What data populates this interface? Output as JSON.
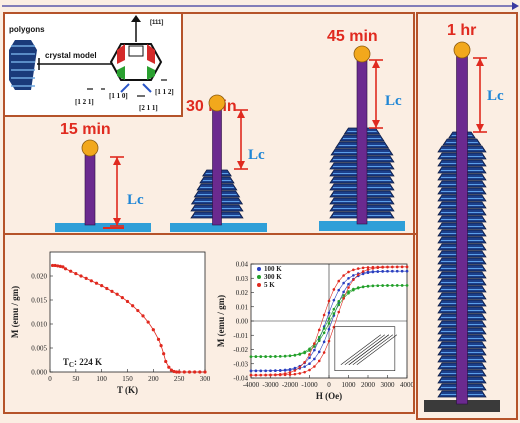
{
  "stages": [
    {
      "time": "15 min",
      "lc": "Lc"
    },
    {
      "time": "30 min",
      "lc": "Lc"
    },
    {
      "time": "45 min",
      "lc": "Lc"
    },
    {
      "time": "1 hr",
      "lc": "Lc"
    }
  ],
  "inset": {
    "polygons_label": "polygons",
    "crystal_model_label": "crystal model",
    "hkl_top": "[111]",
    "hkl_left": "[1 2 1]",
    "hkl_middle": "[1 1 0]",
    "hkl_right": "[1 1 2]",
    "hkl_bottom": "[2 1 1]"
  },
  "chart_data": [
    {
      "type": "line",
      "xlabel": "T (K)",
      "ylabel": "M (emu / gm)",
      "annotation": "T",
      "annotation_sub": "C",
      "annotation_value": ": 224 K",
      "xlim": [
        0,
        300
      ],
      "ylim": [
        0,
        0.025
      ],
      "x_ticks": [
        "0",
        "50",
        "100",
        "150",
        "200",
        "250",
        "300"
      ],
      "y_ticks": [
        "0.000",
        "0.005",
        "0.010",
        "0.015",
        "0.020"
      ],
      "color": "#e0281e",
      "x": [
        5,
        10,
        15,
        20,
        25,
        30,
        40,
        50,
        60,
        70,
        80,
        90,
        100,
        110,
        120,
        130,
        140,
        150,
        160,
        170,
        180,
        190,
        200,
        210,
        215,
        220,
        224,
        230,
        235,
        240,
        245,
        250,
        260,
        270,
        280,
        290,
        300
      ],
      "y": [
        0.0222,
        0.0222,
        0.0221,
        0.022,
        0.0219,
        0.0215,
        0.021,
        0.0205,
        0.02,
        0.0195,
        0.019,
        0.0185,
        0.018,
        0.0174,
        0.0168,
        0.0162,
        0.0155,
        0.0147,
        0.0138,
        0.0128,
        0.0117,
        0.0104,
        0.0088,
        0.0068,
        0.0055,
        0.0038,
        0.0022,
        0.001,
        0.0004,
        0.0001,
        0.0,
        0.0,
        0.0,
        0.0,
        0.0,
        0.0,
        0.0
      ]
    },
    {
      "type": "line",
      "xlabel": "H (Oe)",
      "ylabel": "M (emu / gm)",
      "xlim": [
        -4000,
        4000
      ],
      "ylim": [
        -0.04,
        0.04
      ],
      "x_ticks": [
        "-4000",
        "-3000",
        "-2000",
        "-1000",
        "0",
        "1000",
        "2000",
        "3000",
        "4000"
      ],
      "y_ticks": [
        "0.04",
        "0.03",
        "0.02",
        "0.01",
        "0.00",
        "-0.01",
        "-0.02",
        "-0.03",
        "-0.04"
      ],
      "series": [
        {
          "name": "100 K",
          "color": "#2a3fbf",
          "Ms": 0.035,
          "Hc": 150
        },
        {
          "name": "300 K",
          "color": "#22a02a",
          "Ms": 0.025,
          "Hc": 60
        },
        {
          "name": "5 K",
          "color": "#e0281e",
          "Ms": 0.038,
          "Hc": 350
        }
      ]
    }
  ]
}
